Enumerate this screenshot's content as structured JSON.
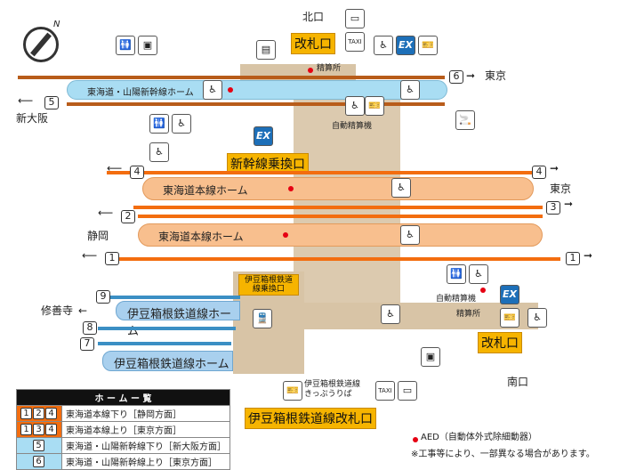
{
  "labels": {
    "north_exit": "北口",
    "south_exit": "南口",
    "ticket_gate_n": "改札口",
    "ticket_gate_s": "改札口",
    "shinkansen_transfer": "新幹線乗換口",
    "izu_transfer": "伊豆箱根鉄道線乗換口",
    "izu_gate": "伊豆箱根鉄道線改札口",
    "izu_ticket": "伊豆箱根鉄道線きっぷうりば",
    "fare_office": "精算所",
    "fare_office_s": "精算所",
    "auto_fare_n": "自動精算機",
    "auto_fare_s": "自動精算機",
    "taxi": "TAXI",
    "ex": "EX",
    "compass_n": "N"
  },
  "destinations": {
    "tokyo_top": "東京",
    "shin_osaka": "新大阪",
    "tokyo_mid": "東京",
    "shizuoka": "静岡",
    "shuzenji": "修善寺"
  },
  "platforms": {
    "shinkansen": "東海道・山陽新幹線ホーム",
    "tokaido1": "東海道本線ホーム",
    "tokaido2": "東海道本線ホーム",
    "izu1": "伊豆箱根鉄道線ホーム",
    "izu2": "伊豆箱根鉄道線ホーム"
  },
  "tracks": [
    "1",
    "2",
    "3",
    "4",
    "5",
    "6",
    "7",
    "8",
    "9"
  ],
  "legend": {
    "title": "ホ ー ム ー 覧",
    "rows": [
      {
        "nums": [
          "1",
          "2",
          "4"
        ],
        "text": "東海道本線下り［静岡方面］"
      },
      {
        "nums": [
          "1",
          "3",
          "4"
        ],
        "text": "東海道本線上り［東京方面］"
      },
      {
        "nums": [
          "5"
        ],
        "text": "東海道・山陽新幹線下り［新大阪方面］"
      },
      {
        "nums": [
          "6"
        ],
        "text": "東海道・山陽新幹線上り［東京方面］"
      }
    ]
  },
  "notes": {
    "aed": "AED（自動体外式除細動器）",
    "construction": "※工事等により、一部異なる場合があります。"
  },
  "colors": {
    "shinkansen_line": "#b85c1a",
    "tokaido_line": "#f36d0f",
    "izu_line": "#3b8fc4",
    "gate_label": "#f6b400",
    "aed": "#e60012"
  }
}
